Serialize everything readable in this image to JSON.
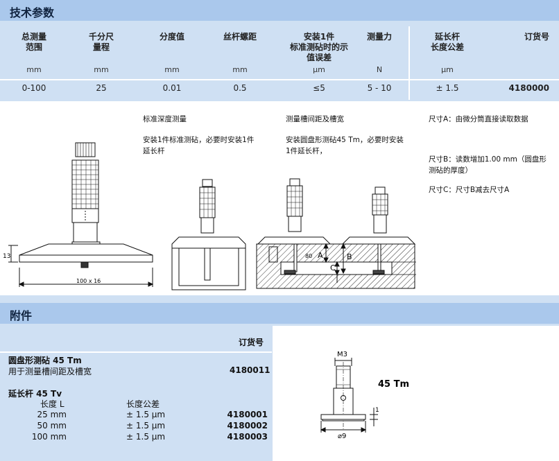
{
  "spec": {
    "title": "技术参数",
    "headers": [
      [
        "总测量",
        "范围"
      ],
      [
        "千分尺",
        "量程"
      ],
      [
        "分度值"
      ],
      [
        "丝杆螺距"
      ],
      [
        "安装1件",
        "标准测砧时的示",
        "值误差"
      ],
      [
        "测量力"
      ],
      [
        "延长杆",
        "长度公差"
      ],
      [
        "订货号"
      ]
    ],
    "units": [
      "mm",
      "mm",
      "mm",
      "mm",
      "μm",
      "N",
      "μm",
      ""
    ],
    "values": [
      "0-100",
      "25",
      "0.01",
      "0.5",
      "≤5",
      "5 - 10",
      "± 1.5",
      "4180000"
    ]
  },
  "notes": {
    "col1_title": "标准深度测量",
    "col1_body": [
      "安装1件标准测砧，必要时安装1件",
      "延长杆"
    ],
    "col2_title": "测量槽间距及槽宽",
    "col2_body": [
      "安装圆盘形测砧45 Tm，必要时安装",
      "1件延长杆，"
    ],
    "col3": [
      "尺寸A：由微分筒直接读取数据",
      "尺寸B：读数增加1.00 mm（圆盘形",
      "测砧的厚度）",
      "尺寸C：尺寸B减去尺寸A"
    ]
  },
  "drawing_labels": {
    "height_13": "13",
    "base_dim": "100 x 16",
    "dim_a": "A",
    "dim_b": "B",
    "dim_c": "C",
    "dim_80": "80"
  },
  "accessories": {
    "title": "附件",
    "order_header": "订货号",
    "disc_name": "圆盘形测砧 45 Tm",
    "disc_desc": "用于测量槽间距及槽宽",
    "disc_order": "4180011",
    "rod_name": "延长杆 45 Tv",
    "rod_col_length": "长度 L",
    "rod_col_tol": "长度公差",
    "rods": [
      {
        "length": "25 mm",
        "tol": "± 1.5 μm",
        "order": "4180001"
      },
      {
        "length": "50 mm",
        "tol": "± 1.5 μm",
        "order": "4180002"
      },
      {
        "length": "100 mm",
        "tol": "± 1.5 μm",
        "order": "4180003"
      }
    ],
    "drawing": {
      "m3": "M3",
      "name": "45 Tm",
      "dia": "⌀9",
      "thk": "1"
    }
  }
}
